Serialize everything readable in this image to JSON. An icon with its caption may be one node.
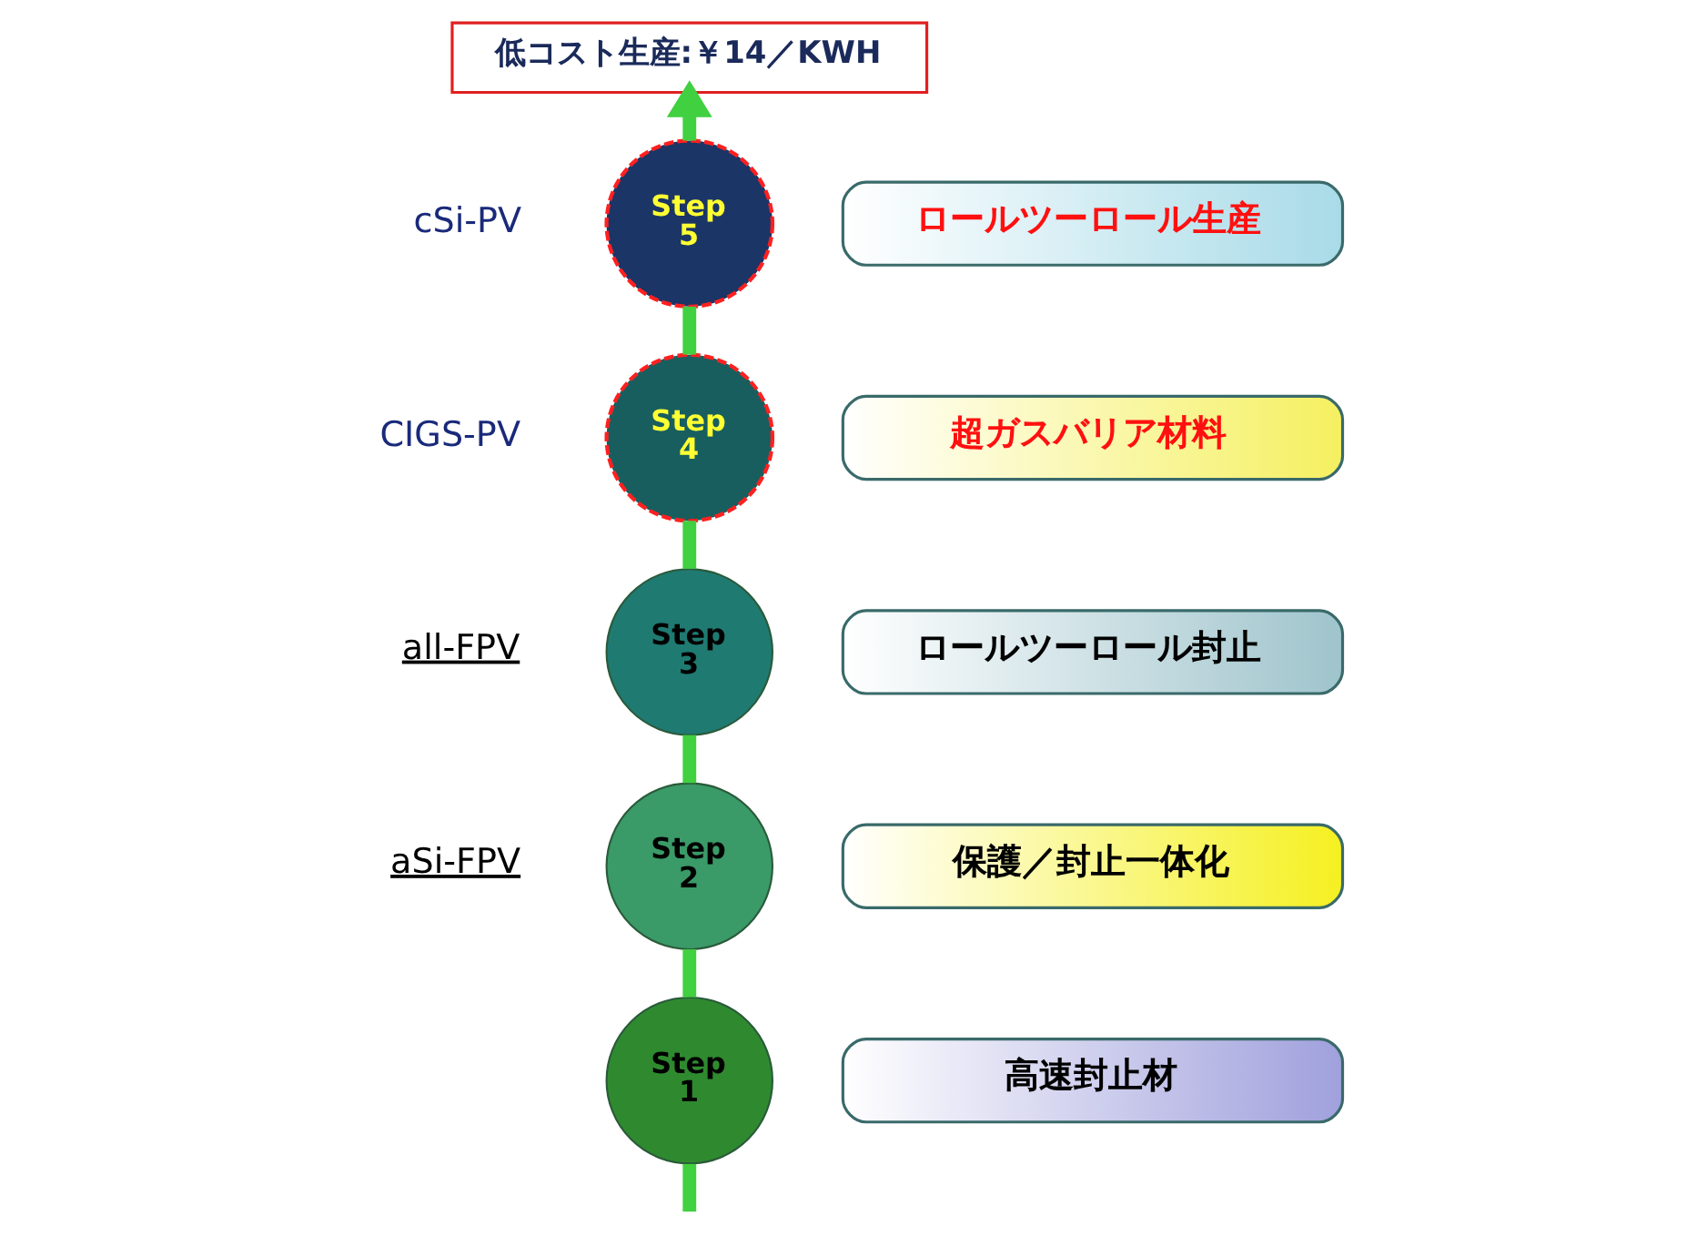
{
  "diagram": {
    "nodes": [
      {
        "text": [
          "低コスト生産:￥14／KWH"
        ]
      },
      {
        "text": [
          "Step",
          "5"
        ],
        "beside": [
          "cSi-PV"
        ]
      },
      {
        "text": [
          "ロールツーロール生産"
        ]
      },
      {
        "text": [
          "Step",
          "4"
        ],
        "beside": [
          "CIGS-PV"
        ]
      },
      {
        "text": [
          "超ガスバリア材料"
        ]
      },
      {
        "text": [
          "Step",
          "3"
        ],
        "beside": [
          "all-FPV"
        ]
      },
      {
        "text": [
          "ロールツーロール封止"
        ]
      },
      {
        "text": [
          "Step",
          "2"
        ],
        "beside": [
          "aSi-FPV"
        ]
      },
      {
        "text": [
          "保護／封止一体化"
        ]
      },
      {
        "text": [
          "Step",
          "1"
        ]
      },
      {
        "text": [
          "高速封止材"
        ]
      }
    ],
    "edges": [
      {
        "from": null,
        "to": 9,
        "arrow": "none"
      },
      {
        "from": 9,
        "to": 7,
        "arrow": "none"
      },
      {
        "from": 7,
        "to": 5,
        "arrow": "none"
      },
      {
        "from": 5,
        "to": 3,
        "arrow": "none"
      },
      {
        "from": 3,
        "to": 1,
        "arrow": "none"
      },
      {
        "from": 1,
        "to": 0,
        "arrow": "to"
      }
    ]
  }
}
